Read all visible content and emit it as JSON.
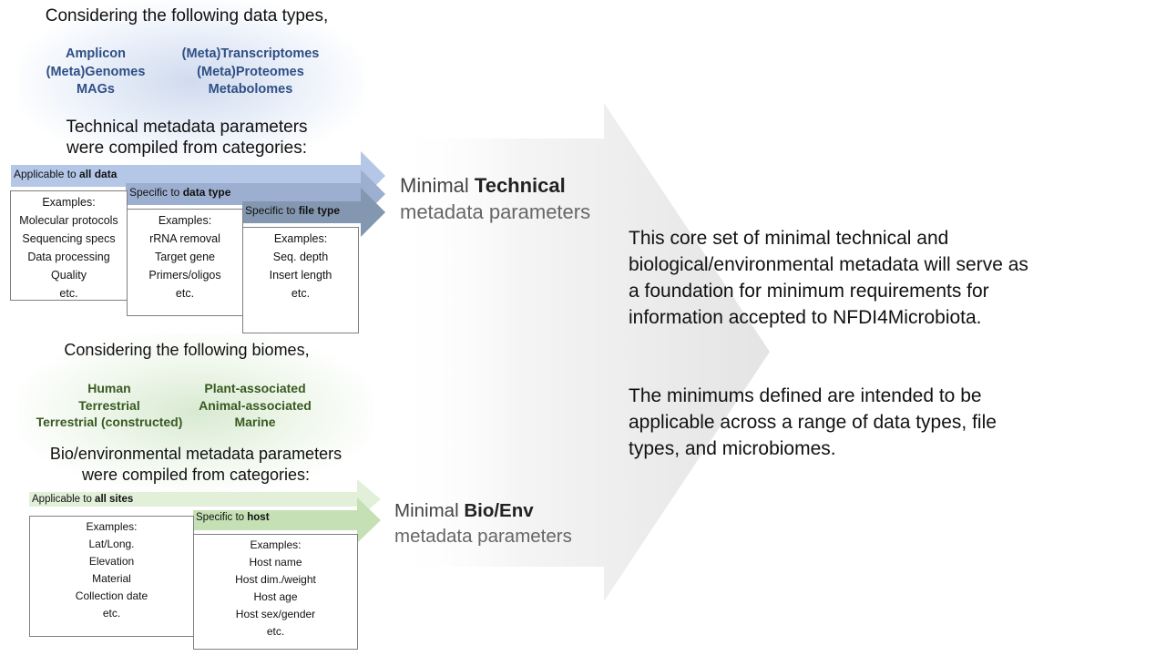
{
  "data_types_heading": "Considering the following data types,",
  "data_types_left": [
    "Amplicon",
    "(Meta)Genomes",
    "MAGs"
  ],
  "data_types_right": [
    "(Meta)Transcriptomes",
    "(Meta)Proteomes",
    "Metabolomes"
  ],
  "technical_heading": [
    "Technical metadata parameters",
    "were compiled from categories:"
  ],
  "tech_arrows": [
    {
      "prefix": "Applicable to ",
      "bold": "all data"
    },
    {
      "prefix": "Specific to ",
      "bold": "data type"
    },
    {
      "prefix": "Specific to ",
      "bold": "file type"
    }
  ],
  "tech_boxes": [
    [
      "Examples:",
      "Molecular protocols",
      "Sequencing  specs",
      "Data processing",
      "Quality",
      "etc."
    ],
    [
      "Examples:",
      "rRNA removal",
      "Target gene",
      "Primers/oligos",
      "etc."
    ],
    [
      "Examples:",
      "Seq. depth",
      "Insert length",
      "etc."
    ]
  ],
  "minimal_technical": {
    "prefix": "Minimal ",
    "bold": "Technical",
    "sub": "metadata parameters"
  },
  "biomes_heading": "Considering the following biomes,",
  "biomes_left": [
    "Human",
    "Terrestrial",
    "Terrestrial (constructed)"
  ],
  "biomes_right": [
    "Plant-associated",
    "Animal-associated",
    "Marine"
  ],
  "bio_heading": [
    "Bio/environmental metadata parameters",
    "were compiled from categories:"
  ],
  "bio_arrows": [
    {
      "prefix": "Applicable to ",
      "bold": "all sites"
    },
    {
      "prefix": "Specific to ",
      "bold": "host"
    }
  ],
  "bio_boxes": [
    [
      "Examples:",
      "Lat/Long.",
      "Elevation",
      "Material",
      "Collection date",
      "etc."
    ],
    [
      "Examples:",
      "Host name",
      "Host dim./weight",
      "Host age",
      "Host sex/gender",
      "etc."
    ]
  ],
  "minimal_bio": {
    "prefix": "Minimal ",
    "bold": "Bio/Env",
    "sub": "metadata parameters"
  },
  "paragraph1": "This core set of minimal technical and biological/environmental metadata will serve as a foundation for minimum requirements for information accepted to NFDI4Microbiota.",
  "paragraph2": "The minimums defined are intended to be applicable across a range of data types, file types, and microbiomes.",
  "colors": {
    "blue_text": "#2f4f86",
    "green_text": "#385a22",
    "arrow1": "#b4c7e7",
    "arrow2": "#9dafd0",
    "arrow3": "#8497b0",
    "green1": "#e2f0d9",
    "green2": "#c5e0b4"
  }
}
